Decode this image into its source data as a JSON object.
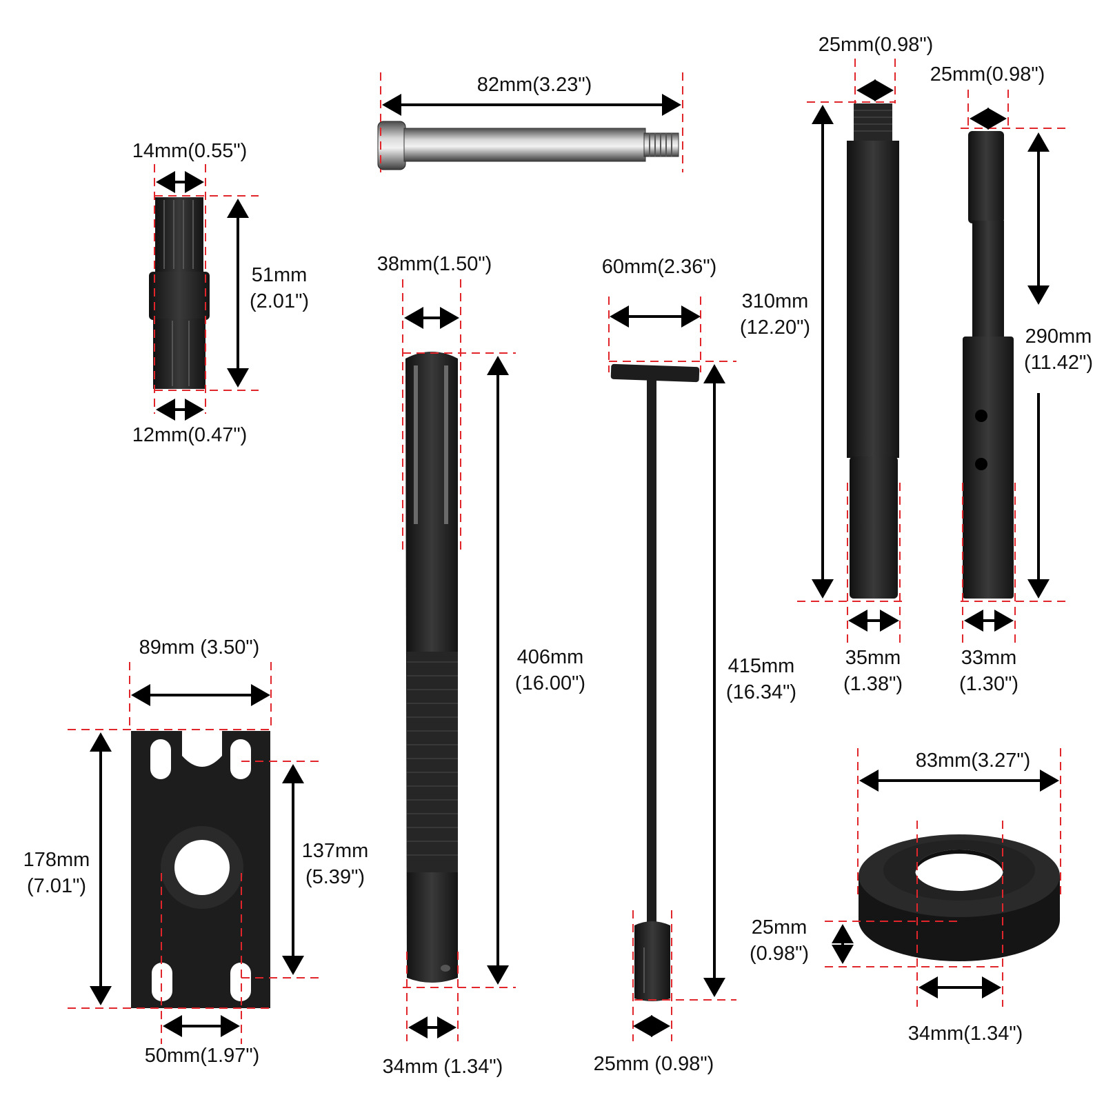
{
  "colors": {
    "guide": "#e0262b",
    "part": "#1d1d1d",
    "arrow": "#000000",
    "background": "#ffffff"
  },
  "labels": {
    "bolt_length": "82mm(3.23\")",
    "adapter_top": "14mm(0.55\")",
    "adapter_height_mm": "51mm",
    "adapter_height_in": "(2.01\")",
    "adapter_bottom": "12mm(0.47\")",
    "collet_top": "38mm(1.50\")",
    "collet_len_mm": "406mm",
    "collet_len_in": "(16.00\")",
    "collet_bottom": "34mm (1.34\")",
    "thandle_top": "60mm(2.36\")",
    "thandle_len_mm": "415mm",
    "thandle_len_in": "(16.34\")",
    "thandle_bottom": "25mm (0.98\")",
    "rodA_top": "25mm(0.98\")",
    "rodA_len_mm": "310mm",
    "rodA_len_in": "(12.20\")",
    "rodA_bottom_mm": "35mm",
    "rodA_bottom_in": "(1.38\")",
    "rodB_top": "25mm(0.98\")",
    "rodB_len_mm": "290mm",
    "rodB_len_in": "(11.42\")",
    "rodB_bottom_mm": "33mm",
    "rodB_bottom_in": "(1.30\")",
    "plate_width": "89mm (3.50\")",
    "plate_height_mm": "178mm",
    "plate_height_in": "(7.01\")",
    "plate_slots_mm": "137mm",
    "plate_slots_in": "(5.39\")",
    "plate_bottom": "50mm(1.97\")",
    "ring_diameter": "83mm(3.27\")",
    "ring_height_mm": "25mm",
    "ring_height_in": "(0.98\")",
    "ring_bore": "34mm(1.34\")"
  }
}
